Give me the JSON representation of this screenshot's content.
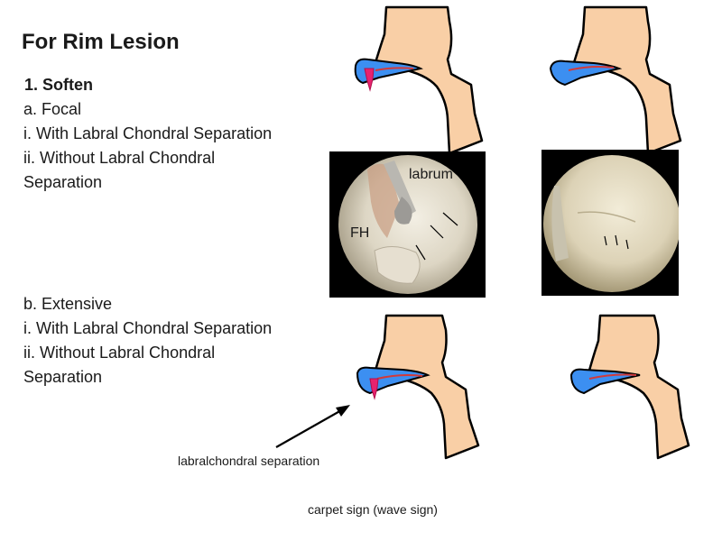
{
  "slide": {
    "title": "For Rim Lesion",
    "heading": "1. Soften",
    "focal": {
      "label": "a. Focal",
      "items": [
        "i. With Labral Chondral Separation",
        "ii. Without Labral Chondral",
        "Separation"
      ]
    },
    "extensive": {
      "label": "b. Extensive",
      "items": [
        "i. With Labral Chondral Separation",
        "ii. Without Labral Chondral",
        "Separation"
      ]
    }
  },
  "photos": {
    "left": {
      "label_labrum": "labrum",
      "label_fh": "FH"
    }
  },
  "captions": {
    "separation": "labralchondral separation",
    "carpet": "carpet sign (wave sign)"
  },
  "colors": {
    "bone": "#f9cfa6",
    "labrum": "#3c8ff1",
    "separation_mark": "#e8226e",
    "cartilage_line": "#d23a3a",
    "outline": "#000000",
    "photo_background": "#000000"
  }
}
